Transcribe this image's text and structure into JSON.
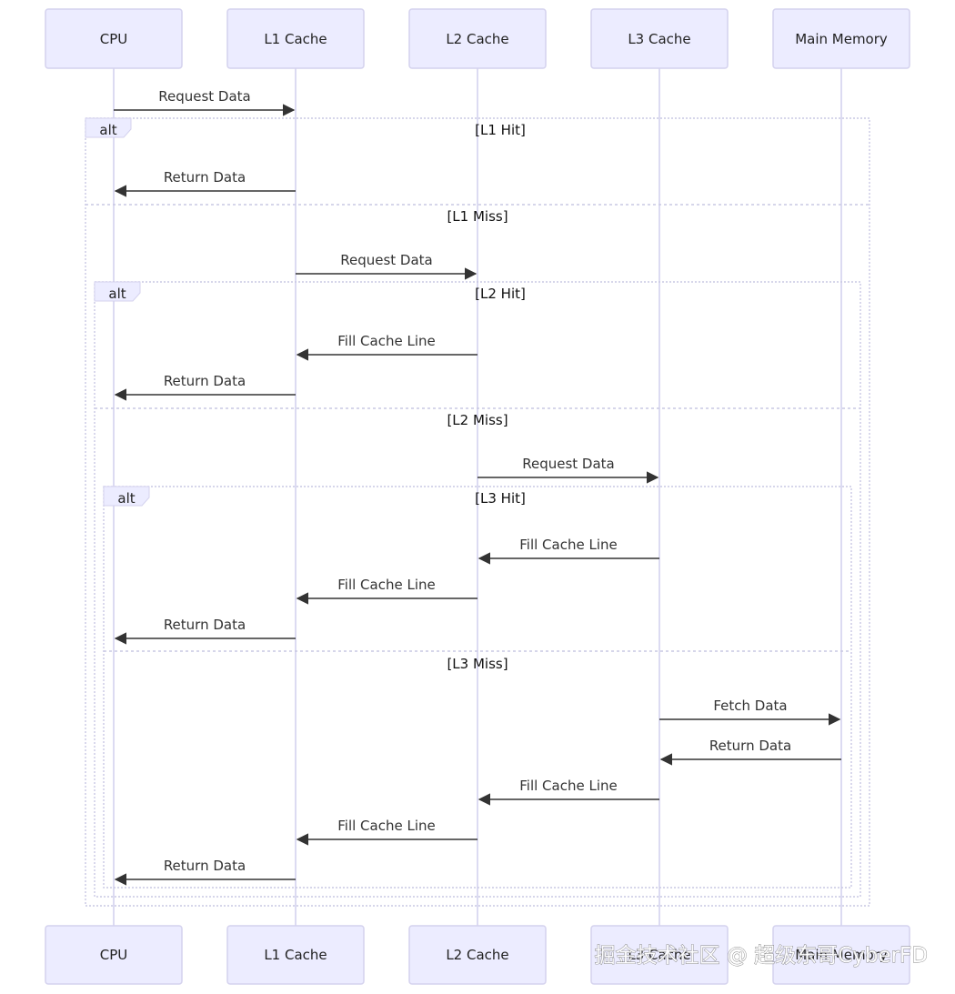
{
  "participants": [
    "CPU",
    "L1 Cache",
    "L2 Cache",
    "L3 Cache",
    "Main Memory"
  ],
  "fragments": [
    {
      "type": "alt",
      "sections": [
        "[L1 Hit]",
        "[L1 Miss]"
      ]
    },
    {
      "type": "alt",
      "sections": [
        "[L2 Hit]",
        "[L2 Miss]"
      ]
    },
    {
      "type": "alt",
      "sections": [
        "[L3 Hit]",
        "[L3 Miss]"
      ]
    }
  ],
  "messages": [
    {
      "from": "CPU",
      "to": "L1 Cache",
      "label": "Request Data"
    },
    {
      "from": "L1 Cache",
      "to": "CPU",
      "label": "Return Data"
    },
    {
      "from": "L1 Cache",
      "to": "L2 Cache",
      "label": "Request Data"
    },
    {
      "from": "L2 Cache",
      "to": "L1 Cache",
      "label": "Fill Cache Line"
    },
    {
      "from": "L1 Cache",
      "to": "CPU",
      "label": "Return Data"
    },
    {
      "from": "L2 Cache",
      "to": "L3 Cache",
      "label": "Request Data"
    },
    {
      "from": "L3 Cache",
      "to": "L2 Cache",
      "label": "Fill Cache Line"
    },
    {
      "from": "L2 Cache",
      "to": "L1 Cache",
      "label": "Fill Cache Line"
    },
    {
      "from": "L1 Cache",
      "to": "CPU",
      "label": "Return Data"
    },
    {
      "from": "L3 Cache",
      "to": "Main Memory",
      "label": "Fetch Data"
    },
    {
      "from": "Main Memory",
      "to": "L3 Cache",
      "label": "Return Data"
    },
    {
      "from": "L3 Cache",
      "to": "L2 Cache",
      "label": "Fill Cache Line"
    },
    {
      "from": "L2 Cache",
      "to": "L1 Cache",
      "label": "Fill Cache Line"
    },
    {
      "from": "L1 Cache",
      "to": "CPU",
      "label": "Return Data"
    }
  ],
  "watermark": "掘金技术社区 @ 超级东哥CyberFD"
}
